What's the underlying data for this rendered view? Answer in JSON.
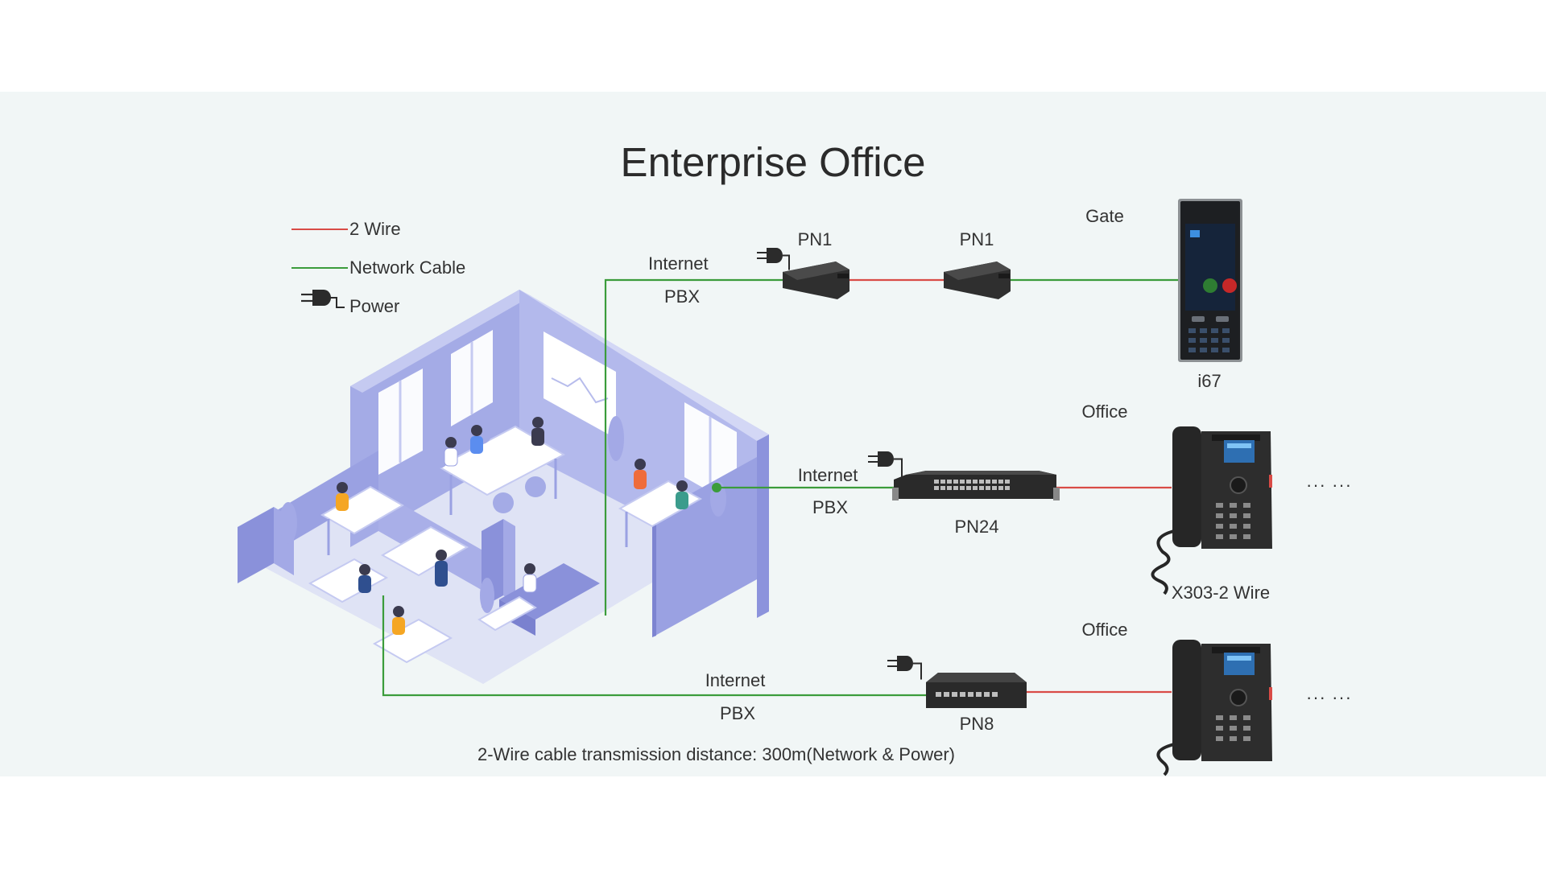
{
  "title": "Enterprise Office",
  "colors": {
    "two_wire": "#d94b46",
    "network_cable": "#3b9c3b",
    "background_band": "#f1f6f6",
    "device_dark": "#2e2e2e",
    "office_purple": "#8c93dc"
  },
  "legend": {
    "two_wire": "2 Wire",
    "network_cable": "Network Cable",
    "power": "Power",
    "power_icon": "power-plug-icon"
  },
  "branches": {
    "gate": {
      "internet": "Internet",
      "pbx": "PBX",
      "adapter_a": "PN1",
      "adapter_b": "PN1",
      "location": "Gate",
      "endpoint": "i67"
    },
    "office_1": {
      "internet": "Internet",
      "pbx": "PBX",
      "switch": "PN24",
      "location": "Office",
      "endpoint": "X303-2 Wire",
      "more": "··· ···"
    },
    "office_2": {
      "internet": "Internet",
      "pbx": "PBX",
      "switch": "PN8",
      "location": "Office",
      "more": "··· ···"
    }
  },
  "footnote": "2-Wire cable transmission distance: 300m(Network & Power)"
}
